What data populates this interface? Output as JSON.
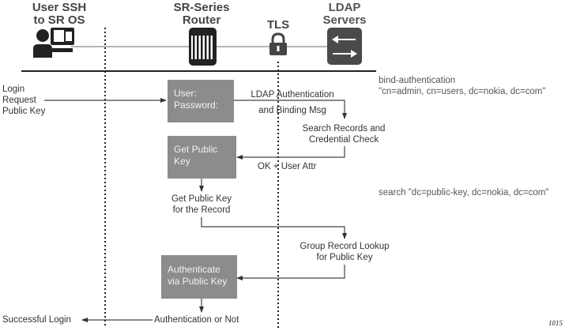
{
  "actors": [
    {
      "id": "user",
      "label_line1": "User SSH",
      "label_line2": "to SR OS",
      "icon": "user-computer-icon"
    },
    {
      "id": "router",
      "label_line1": "SR-Series",
      "label_line2": "Router",
      "icon": "router-icon"
    },
    {
      "id": "tls",
      "label_line1": "TLS",
      "icon": "lock-icon"
    },
    {
      "id": "ldap",
      "label_line1": "LDAP",
      "label_line2": "Servers",
      "icon": "ldap-server-arrows-icon"
    }
  ],
  "boxes": {
    "user_password": {
      "line1": "User:",
      "line2": "Password:"
    },
    "get_public_key": {
      "line1": "Get Public",
      "line2": "Key"
    },
    "authenticate": {
      "line1": "Authenticate",
      "line2": "via Public Key"
    }
  },
  "labels": {
    "login_request": {
      "line1": "Login",
      "line2": "Request",
      "line3": "Public Key"
    },
    "ldap_auth": {
      "line1": "LDAP Authentication",
      "line2": "and Binding Msg"
    },
    "search_records": {
      "line1": "Search Records and",
      "line2": "Credential Check"
    },
    "ok_user_attr": "OK + User Attr",
    "get_key_record": {
      "line1": "Get Public Key",
      "line2": "for the Record"
    },
    "group_lookup": {
      "line1": "Group Record Lookup",
      "line2": "for Public Key"
    },
    "auth_or_not": "Authentication or Not",
    "successful_login": "Successful Login"
  },
  "notes": {
    "bind": {
      "line1": "bind-authentication",
      "line2": "\"cn=admin, cn=users, dc=nokia, dc=com\""
    },
    "search": "search \"dc=public-key, dc=nokia, dc=com\""
  },
  "figure_number": "1015",
  "colors": {
    "box_fill": "#8c8c8c",
    "icon_dark": "#222222",
    "ldap_fill": "#4a4a4a",
    "line": "#555555"
  }
}
